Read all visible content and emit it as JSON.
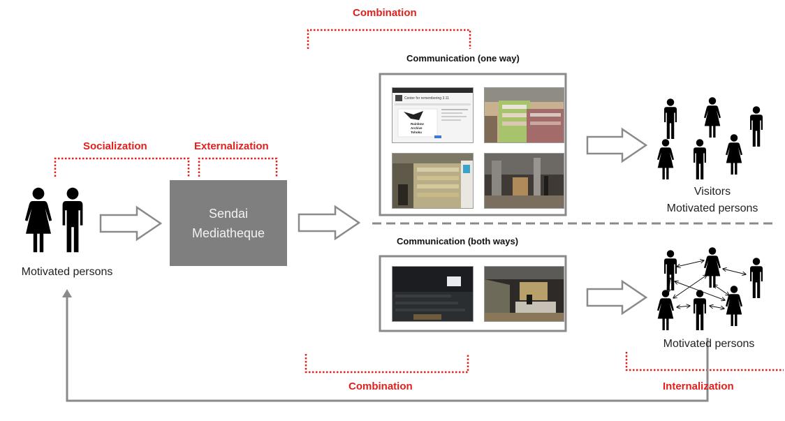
{
  "labels": {
    "combination_top": "Combination",
    "socialization": "Socialization",
    "externalization": "Externalization",
    "comm_one_way": "Communication (one way)",
    "comm_both_ways": "Communication (both ways)",
    "combination_bottom": "Combination",
    "internalization": "Internalization"
  },
  "nodes": {
    "left_group": "Motivated persons",
    "mediatheque_line1": "Sendai",
    "mediatheque_line2": "Mediatheque",
    "visitors_line1": "Visitors",
    "visitors_line2": "Motivated persons",
    "bottom_group": "Motivated persons"
  },
  "screenshot_text": {
    "header": "Center for remembering 3.11",
    "logo_line1": "Rainbow",
    "logo_line2": "Archive",
    "logo_line3": "Tohoku"
  },
  "colors": {
    "accent_red": "#e0201c",
    "box_gray": "#7f7f7f",
    "frame_gray": "#808080"
  }
}
